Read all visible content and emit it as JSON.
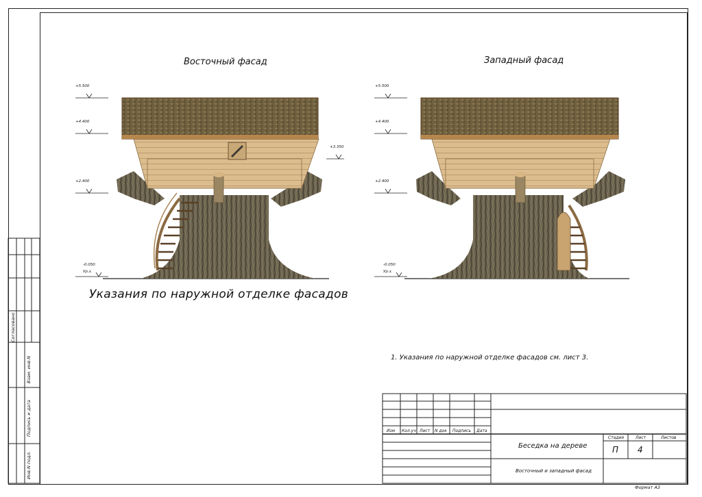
{
  "sheet": {
    "left_title": "Восточный фасад",
    "right_title": "Западный фасад",
    "section_heading": "Указания по наружной отделке фасадов",
    "note": "1. Указания по наружной отделке фасадов см. лист 3.",
    "format": "Формат А3"
  },
  "levels": {
    "top": "+5.500",
    "eave": "+4.400",
    "window": "+3.350",
    "floor": "+2.400",
    "ground": "-0.050",
    "ground_label": "Ур.з."
  },
  "side_stamp": {
    "agreed": "Согласовано",
    "replace_inv": "Взам. инв.N",
    "sign_date": "Подпись и дата",
    "inv_orig": "Инв.N подл."
  },
  "title_block": {
    "col_izm": "Изм",
    "col_kol": "Кол.уч",
    "col_list": "Лист",
    "col_ndoc": "N док",
    "col_sign": "Подпись",
    "col_date": "Дата",
    "project": "Беседка на дереве",
    "sheet_name": "Восточный и западный фасад",
    "stage_h": "Стадия",
    "list_h": "Лист",
    "lists_h": "Листов",
    "stage": "П",
    "list_no": "4",
    "lists": ""
  },
  "colors": {
    "roof": "#6b5a3a",
    "wall": "#d9b98a",
    "bark": "#6a604a",
    "line": "#222222"
  }
}
